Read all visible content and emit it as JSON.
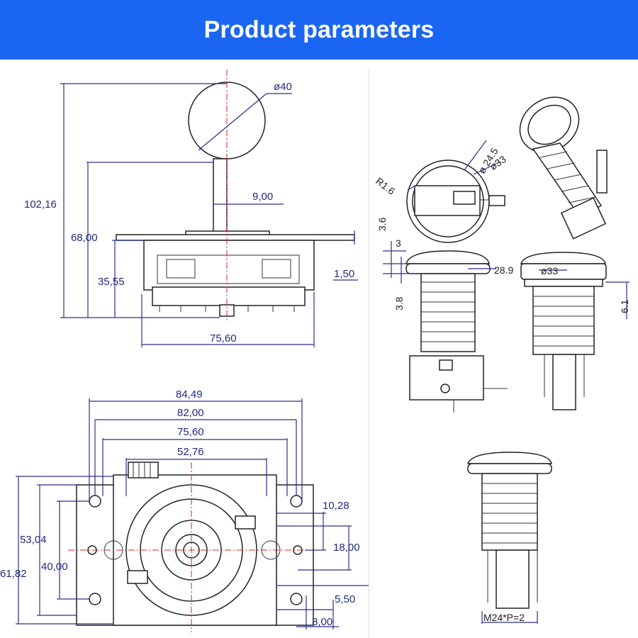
{
  "header": {
    "title": "Product parameters",
    "color": "#1a66f2"
  },
  "joystick_side": {
    "ball_diameter": "ø40",
    "total_height": "102,16",
    "shaft_height": "68,00",
    "body_height": "35,55",
    "shaft_width": "9,00",
    "plate_thickness": "1,50",
    "body_width": "75,60"
  },
  "joystick_top": {
    "width_outer": "84,49",
    "width_holes": "82,00",
    "width_body": "75,60",
    "width_inner": "52,76",
    "height_outer": "61,82",
    "height_body": "53,04",
    "height_holes": "40,00",
    "slot_1": "10,28",
    "slot_2": "18,00",
    "slot_3": "5,50",
    "slot_4": "8,00"
  },
  "button": {
    "corner_radius": "R1.6",
    "inner_diameter": "ø 24.5",
    "outer_diameter": "ø33",
    "dim_3_6": "3.6",
    "dim_3": "3",
    "dim_3_8": "3.8",
    "dim_28_9": "28.9",
    "dim_33": "ø33",
    "dim_6_1": "6.1",
    "thread": "M24*P=2"
  },
  "colors": {
    "dimension": "#2b2f8f",
    "centerline": "#e02020",
    "outline": "#222222"
  }
}
